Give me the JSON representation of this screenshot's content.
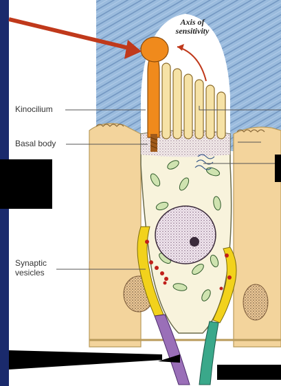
{
  "labels": {
    "axis_line1": "Axis of",
    "axis_line2": "sensitivity",
    "kinocilium": "Kinocilium",
    "basal_body": "Basal body",
    "synaptic_line1": "Synaptic",
    "synaptic_line2": "vesicles"
  },
  "colors": {
    "background": "#1a2a6c",
    "panel": "#ffffff",
    "cupula": "#7fa6cf",
    "cell_body": "#f3d49c",
    "hair_cell": "#f8f3dc",
    "kinocilium": "#f08a1c",
    "pointer_arrow": "#c0391b",
    "afferent_nerve": "#3aa88a",
    "efferent_nerve": "#9a6fb8",
    "synaptic_ribbon": "#f2d21c",
    "redacted": "#000000"
  },
  "icons": [
    "pointer-arrow-icon",
    "curved-axis-arrow-icon",
    "mitochondrion-icon",
    "nucleus-icon"
  ]
}
